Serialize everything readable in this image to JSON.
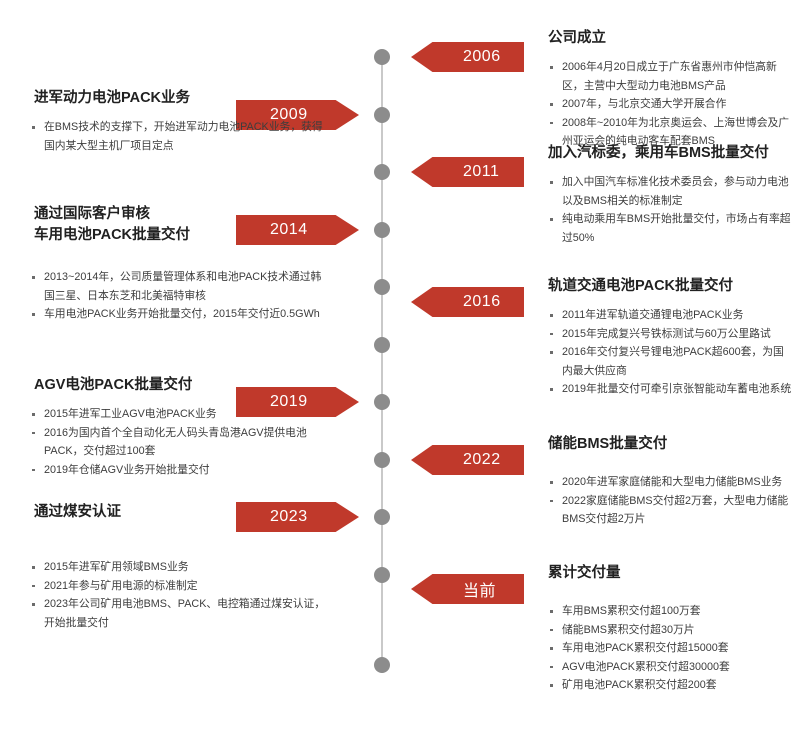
{
  "infographic": {
    "kind": "company-history-timeline",
    "accent_color": "#C0392B",
    "spine_color": "#C9C9C9",
    "dot_color": "#8C8C8C",
    "title_color": "#212121",
    "body_color": "#3D3D3D",
    "chip_text_color": "#FFFFFF"
  },
  "spine": {
    "dot_count": 11,
    "dot_positions_y": [
      57,
      115,
      172,
      230,
      287,
      345,
      402,
      460,
      517,
      575,
      665
    ]
  },
  "milestones": [
    {
      "id": "2006",
      "side": "right",
      "chip_label": "2006",
      "chip_direction": "left-pointing",
      "title": "公司成立",
      "bullets": [
        "2006年4月20日成立于广东省惠州市仲恺高新区，主营中大型动力电池BMS产品",
        "2007年，与北京交通大学开展合作",
        "2008年~2010年为北京奥运会、上海世博会及广州亚运会的纯电动客车配套BMS"
      ]
    },
    {
      "id": "2009",
      "side": "left",
      "chip_label": "2009",
      "chip_direction": "right-pointing",
      "title": "进军动力电池PACK业务",
      "bullets": [
        "在BMS技术的支撑下，开始进军动力电池PACK业务，获得国内某大型主机厂项目定点"
      ]
    },
    {
      "id": "2011",
      "side": "right",
      "chip_label": "2011",
      "chip_direction": "left-pointing",
      "title": "加入汽标委，乘用车BMS批量交付",
      "bullets": [
        "加入中国汽车标准化技术委员会，参与动力电池以及BMS相关的标准制定",
        "纯电动乘用车BMS开始批量交付，市场占有率超过50%"
      ]
    },
    {
      "id": "2014",
      "side": "left",
      "chip_label": "2014",
      "chip_direction": "right-pointing",
      "title": "通过国际客户审核\n车用电池PACK批量交付",
      "bullets": [
        "2013~2014年，公司质量管理体系和电池PACK技术通过韩国三星、日本东芝和北美福特审核",
        "车用电池PACK业务开始批量交付，2015年交付近0.5GWh"
      ]
    },
    {
      "id": "2016",
      "side": "right",
      "chip_label": "2016",
      "chip_direction": "left-pointing",
      "title": "轨道交通电池PACK批量交付",
      "bullets": [
        "2011年进军轨道交通锂电池PACK业务",
        "2015年完成复兴号铁标测试与60万公里路试",
        "2016年交付复兴号锂电池PACK超600套，为国内最大供应商",
        "2019年批量交付可牵引京张智能动车蓄电池系统"
      ]
    },
    {
      "id": "2019",
      "side": "left",
      "chip_label": "2019",
      "chip_direction": "right-pointing",
      "title": "AGV电池PACK批量交付",
      "bullets": [
        "2015年进军工业AGV电池PACK业务",
        "2016为国内首个全自动化无人码头青岛港AGV提供电池PACK，交付超过100套",
        "2019年仓储AGV业务开始批量交付"
      ]
    },
    {
      "id": "2022",
      "side": "right",
      "chip_label": "2022",
      "chip_direction": "left-pointing",
      "title": "储能BMS批量交付",
      "bullets": [
        "2020年进军家庭储能和大型电力储能BMS业务",
        "2022家庭储能BMS交付超2万套，大型电力储能BMS交付超2万片"
      ]
    },
    {
      "id": "2023",
      "side": "left",
      "chip_label": "2023",
      "chip_direction": "right-pointing",
      "title": "通过煤安认证",
      "bullets": [
        "2015年进军矿用领域BMS业务",
        "2021年参与矿用电源的标准制定",
        "2023年公司矿用电池BMS、PACK、电控箱通过煤安认证，开始批量交付"
      ]
    },
    {
      "id": "current",
      "side": "right",
      "chip_label": "当前",
      "chip_direction": "left-pointing",
      "title": "累计交付量",
      "bullets": [
        "车用BMS累积交付超100万套",
        "储能BMS累积交付超30万片",
        "车用电池PACK累积交付超15000套",
        "AGV电池PACK累积交付超30000套",
        "矿用电池PACK累积交付超200套"
      ]
    }
  ]
}
